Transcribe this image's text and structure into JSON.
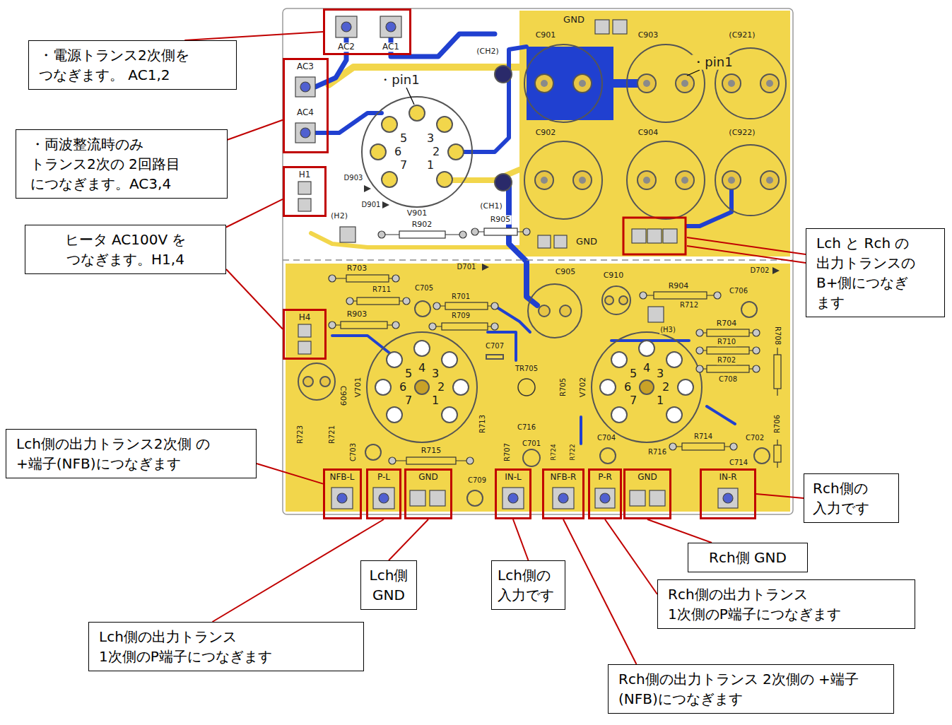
{
  "diagram": {
    "nodes": [
      {
        "text": [
          "・電源トランス2次側を つなぎます。 AC1,2"
        ]
      },
      {
        "text": [
          "AC2",
          "AC1"
        ]
      },
      {
        "text": [
          "AC3",
          "AC4"
        ]
      },
      {
        "text": [
          "・両波整流時のみ トランス2次の 2回路目 につなぎます。AC3,4"
        ]
      },
      {
        "text": [
          "H1"
        ]
      },
      {
        "text": [
          "ヒータ AC100V を つなぎます。H1,4"
        ]
      },
      {
        "text": [
          "Lch と Rch の 出力トランスの B+側につなぎ ます"
        ]
      },
      {
        "text": [
          "H4"
        ]
      },
      {
        "text": [
          "Lch側の出力トランス2次側 の+端子(NFB)につなぎます"
        ]
      },
      {
        "text": [
          "NFB-L"
        ]
      },
      {
        "text": [
          "P-L"
        ]
      },
      {
        "text": [
          "GND"
        ]
      },
      {
        "text": [
          "IN-L"
        ]
      },
      {
        "text": [
          "NFB-R"
        ]
      },
      {
        "text": [
          "P-R"
        ]
      },
      {
        "text": [
          "GND"
        ]
      },
      {
        "text": [
          "IN-R"
        ]
      },
      {
        "text": [
          "Rch側の 入力です"
        ]
      },
      {
        "text": [
          "Lch側 GND"
        ]
      },
      {
        "text": [
          "Lch側の 入力です"
        ]
      },
      {
        "text": [
          "Rch側 GND"
        ]
      },
      {
        "text": [
          "Rch側の出力トランス 1次側のP端子につなぎます"
        ]
      },
      {
        "text": [
          "Lch側の出力トランス 1次側のP端子につなぎます"
        ]
      },
      {
        "text": [
          "Rch側の出力トランス 2次側の +端子(NFB)につなぎます"
        ]
      }
    ],
    "edges": [
      {
        "from": 0,
        "to": 1,
        "arrow": "none"
      },
      {
        "from": 3,
        "to": 2,
        "arrow": "none"
      },
      {
        "from": 5,
        "to": 4,
        "arrow": "none"
      },
      {
        "from": 5,
        "to": 7,
        "arrow": "none"
      },
      {
        "from": 8,
        "to": 9,
        "arrow": "none"
      },
      {
        "from": 22,
        "to": 10,
        "arrow": "none"
      },
      {
        "from": 18,
        "to": 11,
        "arrow": "none"
      },
      {
        "from": 19,
        "to": 12,
        "arrow": "none"
      },
      {
        "from": 23,
        "to": 13,
        "arrow": "none"
      },
      {
        "from": 21,
        "to": 14,
        "arrow": "none"
      },
      {
        "from": 20,
        "to": 15,
        "arrow": "none"
      },
      {
        "from": 17,
        "to": 16,
        "arrow": "none"
      }
    ],
    "labels": [
      "GND",
      "C901",
      "C903",
      "(C921)",
      "(CH2)",
      "・pin1",
      "5",
      "3",
      "6",
      "2",
      "7",
      "1",
      "・pin1",
      "C902",
      "C904",
      "(C922)",
      "D903",
      "D901",
      "V901",
      "(CH1)",
      "R905",
      "(H2)",
      "R902",
      "GND",
      "R703",
      "D701",
      "C905",
      "C910",
      "D702",
      "R711",
      "C705",
      "R904",
      "C706",
      "R701",
      "R712",
      "R903",
      "R709",
      "R704",
      "(H3)",
      "R708",
      "R710",
      "C707",
      "R702",
      "TR705",
      "V701",
      "V702",
      "R705",
      "C708",
      "C909",
      "R713",
      "R715",
      "C716",
      "R723",
      "R721",
      "C703",
      "C701",
      "R707",
      "R724",
      "R722",
      "C704",
      "R714",
      "C702",
      "R706",
      "R716",
      "C714",
      "C709",
      "5",
      "4",
      "3",
      "6",
      "2",
      "7",
      "1",
      "5",
      "4",
      "3",
      "6",
      "2",
      "7",
      "1"
    ]
  }
}
